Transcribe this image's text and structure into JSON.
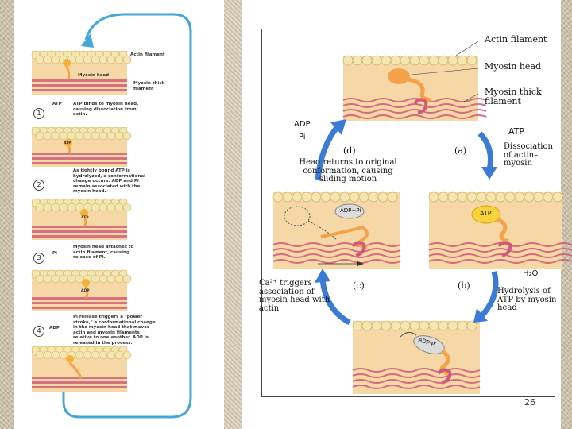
{
  "left_diagram": {
    "labels": {
      "actin_filament": "Actin filament",
      "myosin_head": "Myosin head",
      "myosin_thick_filament": "Myosin thick filament"
    },
    "steps": [
      {
        "number": "1",
        "molecule": "ATP",
        "text": "ATP binds to myosin head, causing dissociation from actin.",
        "head_label": "ATP"
      },
      {
        "number": "2",
        "molecule": "",
        "text": "As tightly bound ATP is hydrolyzed, a conformational change occurs. ADP and Pi remain associated with the myosin head.",
        "head_label": "ATP"
      },
      {
        "number": "3",
        "molecule": "Pi",
        "text": "Myosin head attaches to actin filament, causing release of Pi.",
        "head_label": "ADP"
      },
      {
        "number": "4",
        "molecule": "ADP",
        "text": "Pi release triggers a \"power stroke,\" a conformational change in the myosin head that moves actin and myosin filaments relative to one another. ADP is released in the process.",
        "head_label": "ADP"
      }
    ]
  },
  "right_diagram": {
    "labels": {
      "actin_filament": "Actin filament",
      "myosin_head": "Myosin head",
      "myosin_thick_filament": "Myosin thick filament"
    },
    "stages": {
      "a": {
        "letter": "(a)",
        "molecule": "ATP",
        "caption": "Dissociation of actin–myosin",
        "head_label": "ATP"
      },
      "b": {
        "letter": "(b)",
        "molecule": "H₂O",
        "caption": "Hydrolysis of ATP by myosin head",
        "head_label": "ADP·Pi"
      },
      "c": {
        "letter": "(c)",
        "caption": "Ca²⁺ triggers association of myosin head with actin",
        "head_label": "ADP·Pi"
      },
      "d": {
        "letter": "(d)",
        "molecule": "ADP",
        "molecule2": "Pi",
        "caption": "Head returns to original conformation, causing sliding motion",
        "head_label": "ADP+Pi"
      }
    },
    "page_number": "26"
  },
  "colors": {
    "actin": "#f4e6b0",
    "actin_stroke": "#c9a85a",
    "muscle_bg": "#f6d7a6",
    "myosin": "#f4a24a",
    "thick": "#d0587a",
    "arrow_blue": "#3a7bd5",
    "loop_blue": "#45a6d8"
  }
}
